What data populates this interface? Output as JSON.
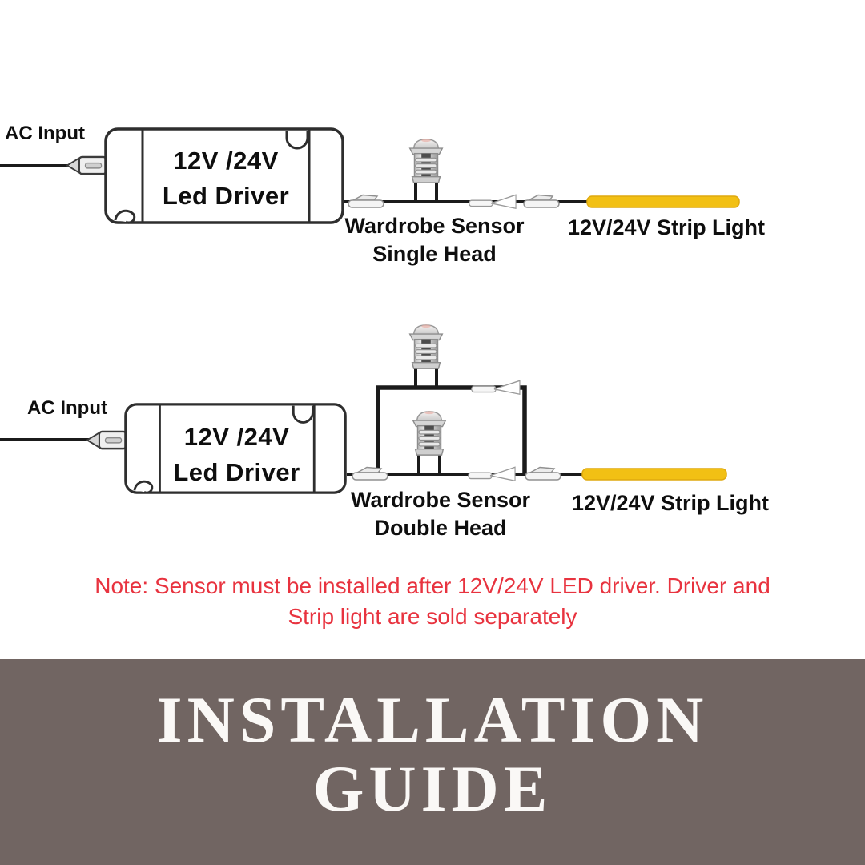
{
  "colors": {
    "banner_bg": "#716562",
    "banner_text": "#faf8f6",
    "note_red": "#e8333f",
    "strip_yellow": "#f2c014",
    "strip_edge": "#dfa90f",
    "wire_black": "#1b1b1b",
    "outline_dark": "#2e2e2e",
    "label_black": "#0e0e0e"
  },
  "single_head": {
    "ac_input_label": "AC Input",
    "driver_label_line1": "12V /24V",
    "driver_label_line2": "Led Driver",
    "sensor_label_line1": "Wardrobe Sensor",
    "sensor_label_line2": "Single Head",
    "strip_label": "12V/24V Strip Light"
  },
  "double_head": {
    "ac_input_label": "AC Input",
    "driver_label_line1": "12V /24V",
    "driver_label_line2": "Led Driver",
    "sensor_label_line1": "Wardrobe Sensor",
    "sensor_label_line2": "Double Head",
    "strip_label": "12V/24V Strip Light"
  },
  "note": {
    "line1": "Note: Sensor must be installed after 12V/24V LED driver. Driver and",
    "line2": "Strip light are sold separately"
  },
  "banner": {
    "line1": "INSTALLATION",
    "line2": "GUIDE"
  }
}
